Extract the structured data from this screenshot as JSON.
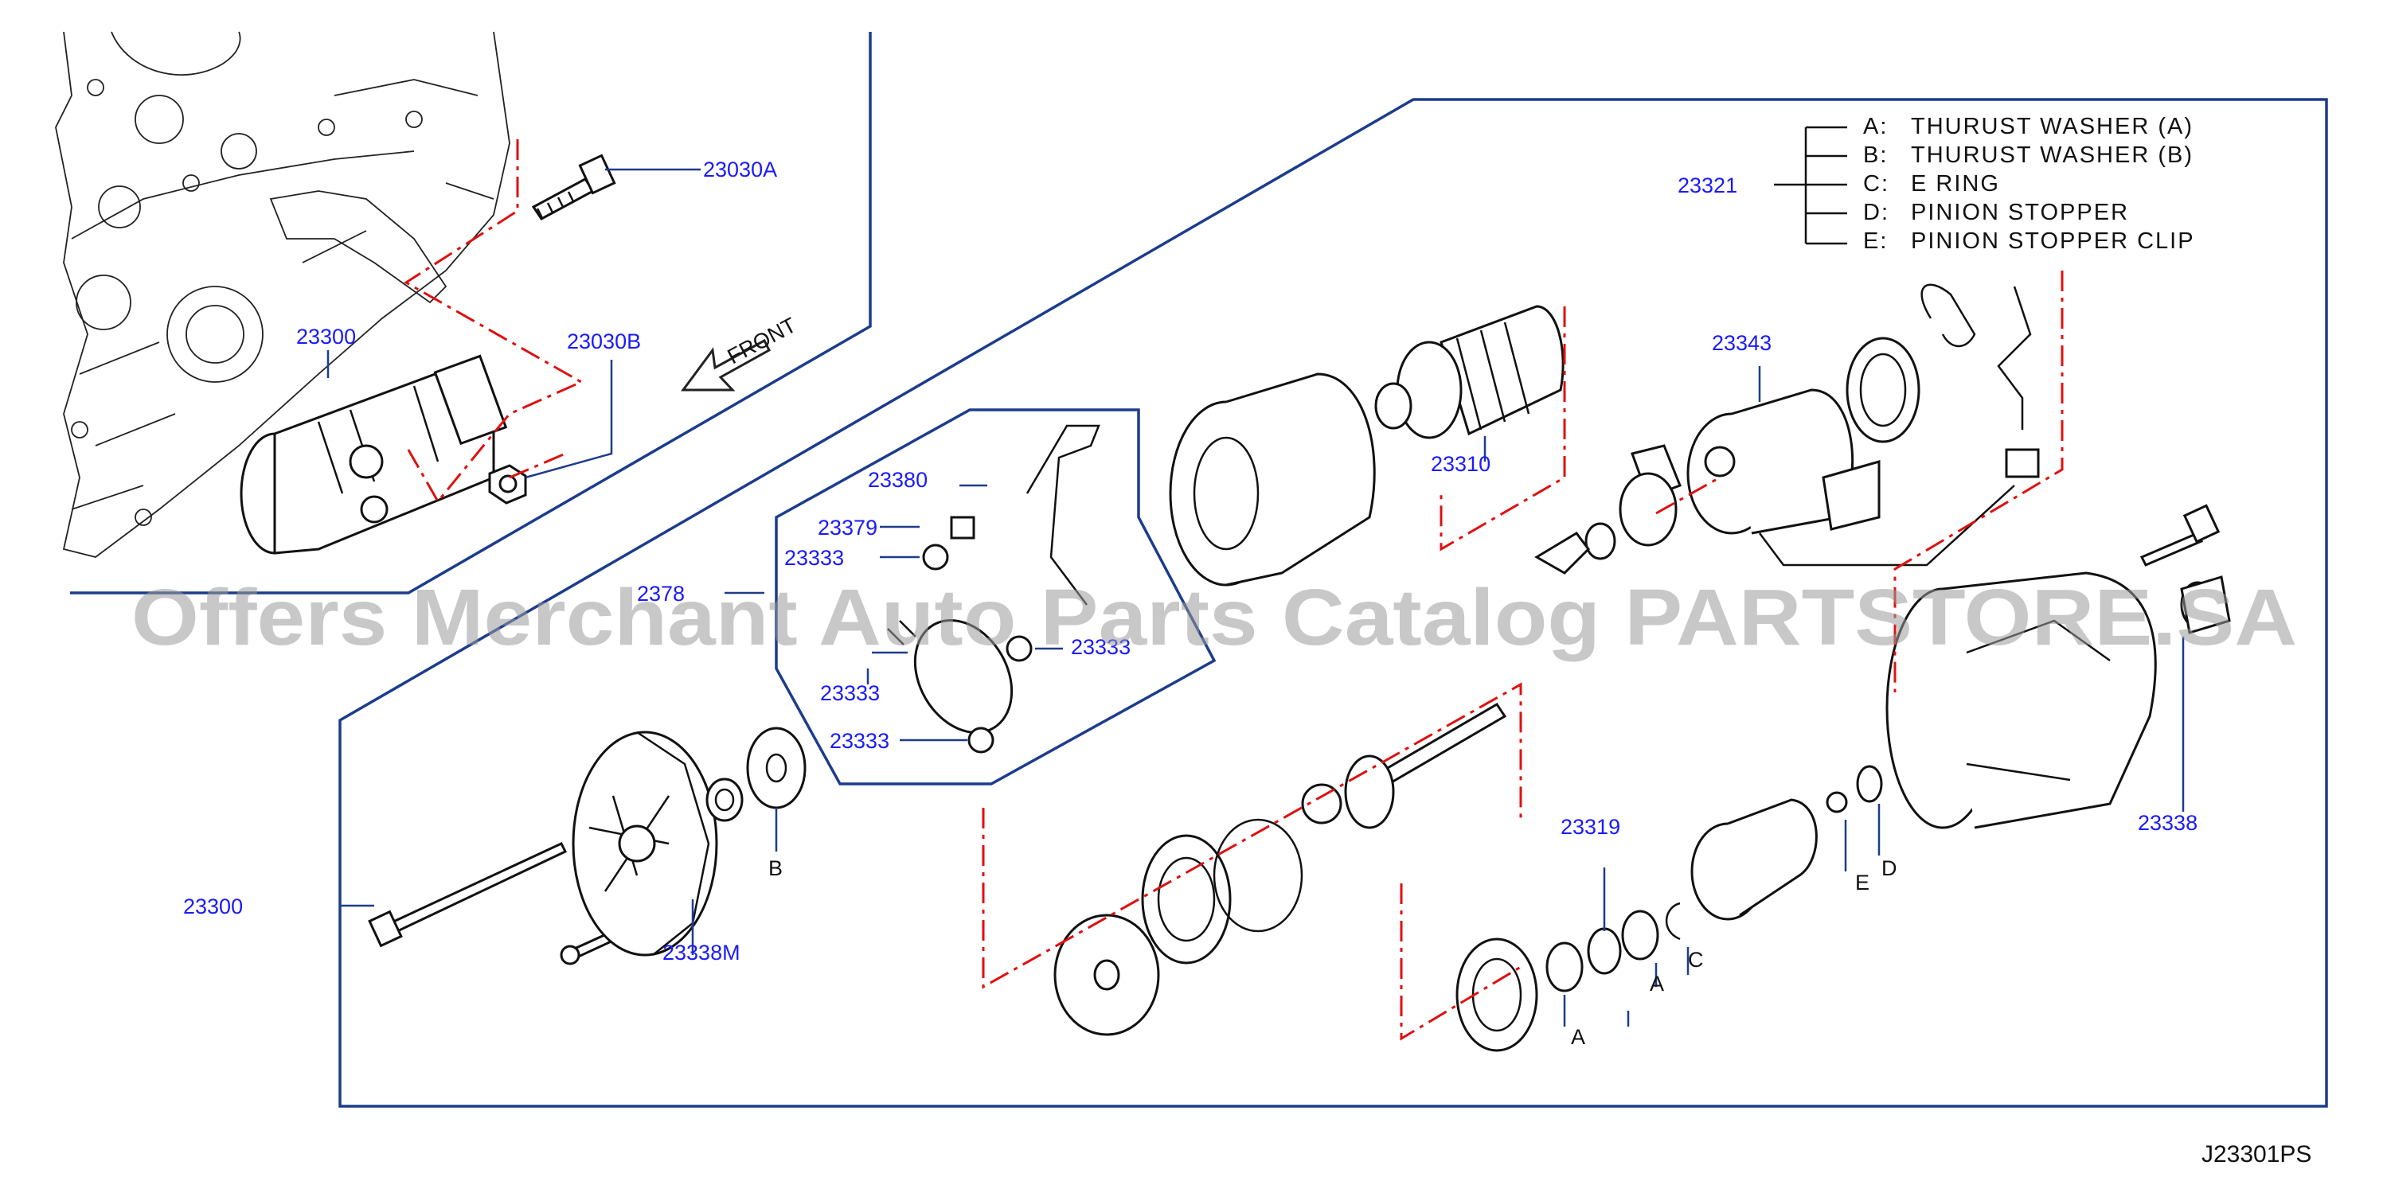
{
  "diagram": {
    "code": "J23301PS",
    "watermark": "Offers Merchant Auto Parts Catalog PARTSTORE.SA",
    "front_label": "FRONT",
    "legend": {
      "part_number": "23321",
      "items": [
        {
          "key": "A:",
          "text": "THURUST  WASHER  (A)"
        },
        {
          "key": "B:",
          "text": "THURUST  WASHER  (B)"
        },
        {
          "key": "C:",
          "text": "E  RING"
        },
        {
          "key": "D:",
          "text": "PINION  STOPPER"
        },
        {
          "key": "E:",
          "text": "PINION  STOPPER  CLIP"
        }
      ]
    },
    "callouts": {
      "p23030A": "23030A",
      "p23300_top": "23300",
      "p23030B": "23030B",
      "p23380": "23380",
      "p23379": "23379",
      "p23333_a": "23333",
      "p2378": "2378",
      "p23333_b": "23333",
      "p23333_c": "23333",
      "p23333_d": "23333",
      "p23310": "23310",
      "p23343": "23343",
      "p23300_main": "23300",
      "p23338M": "23338M",
      "p23319": "23319",
      "p23338": "23338"
    },
    "letters": {
      "B": "B",
      "A1": "A",
      "A2": "A",
      "C": "C",
      "E": "E",
      "D": "D"
    }
  }
}
